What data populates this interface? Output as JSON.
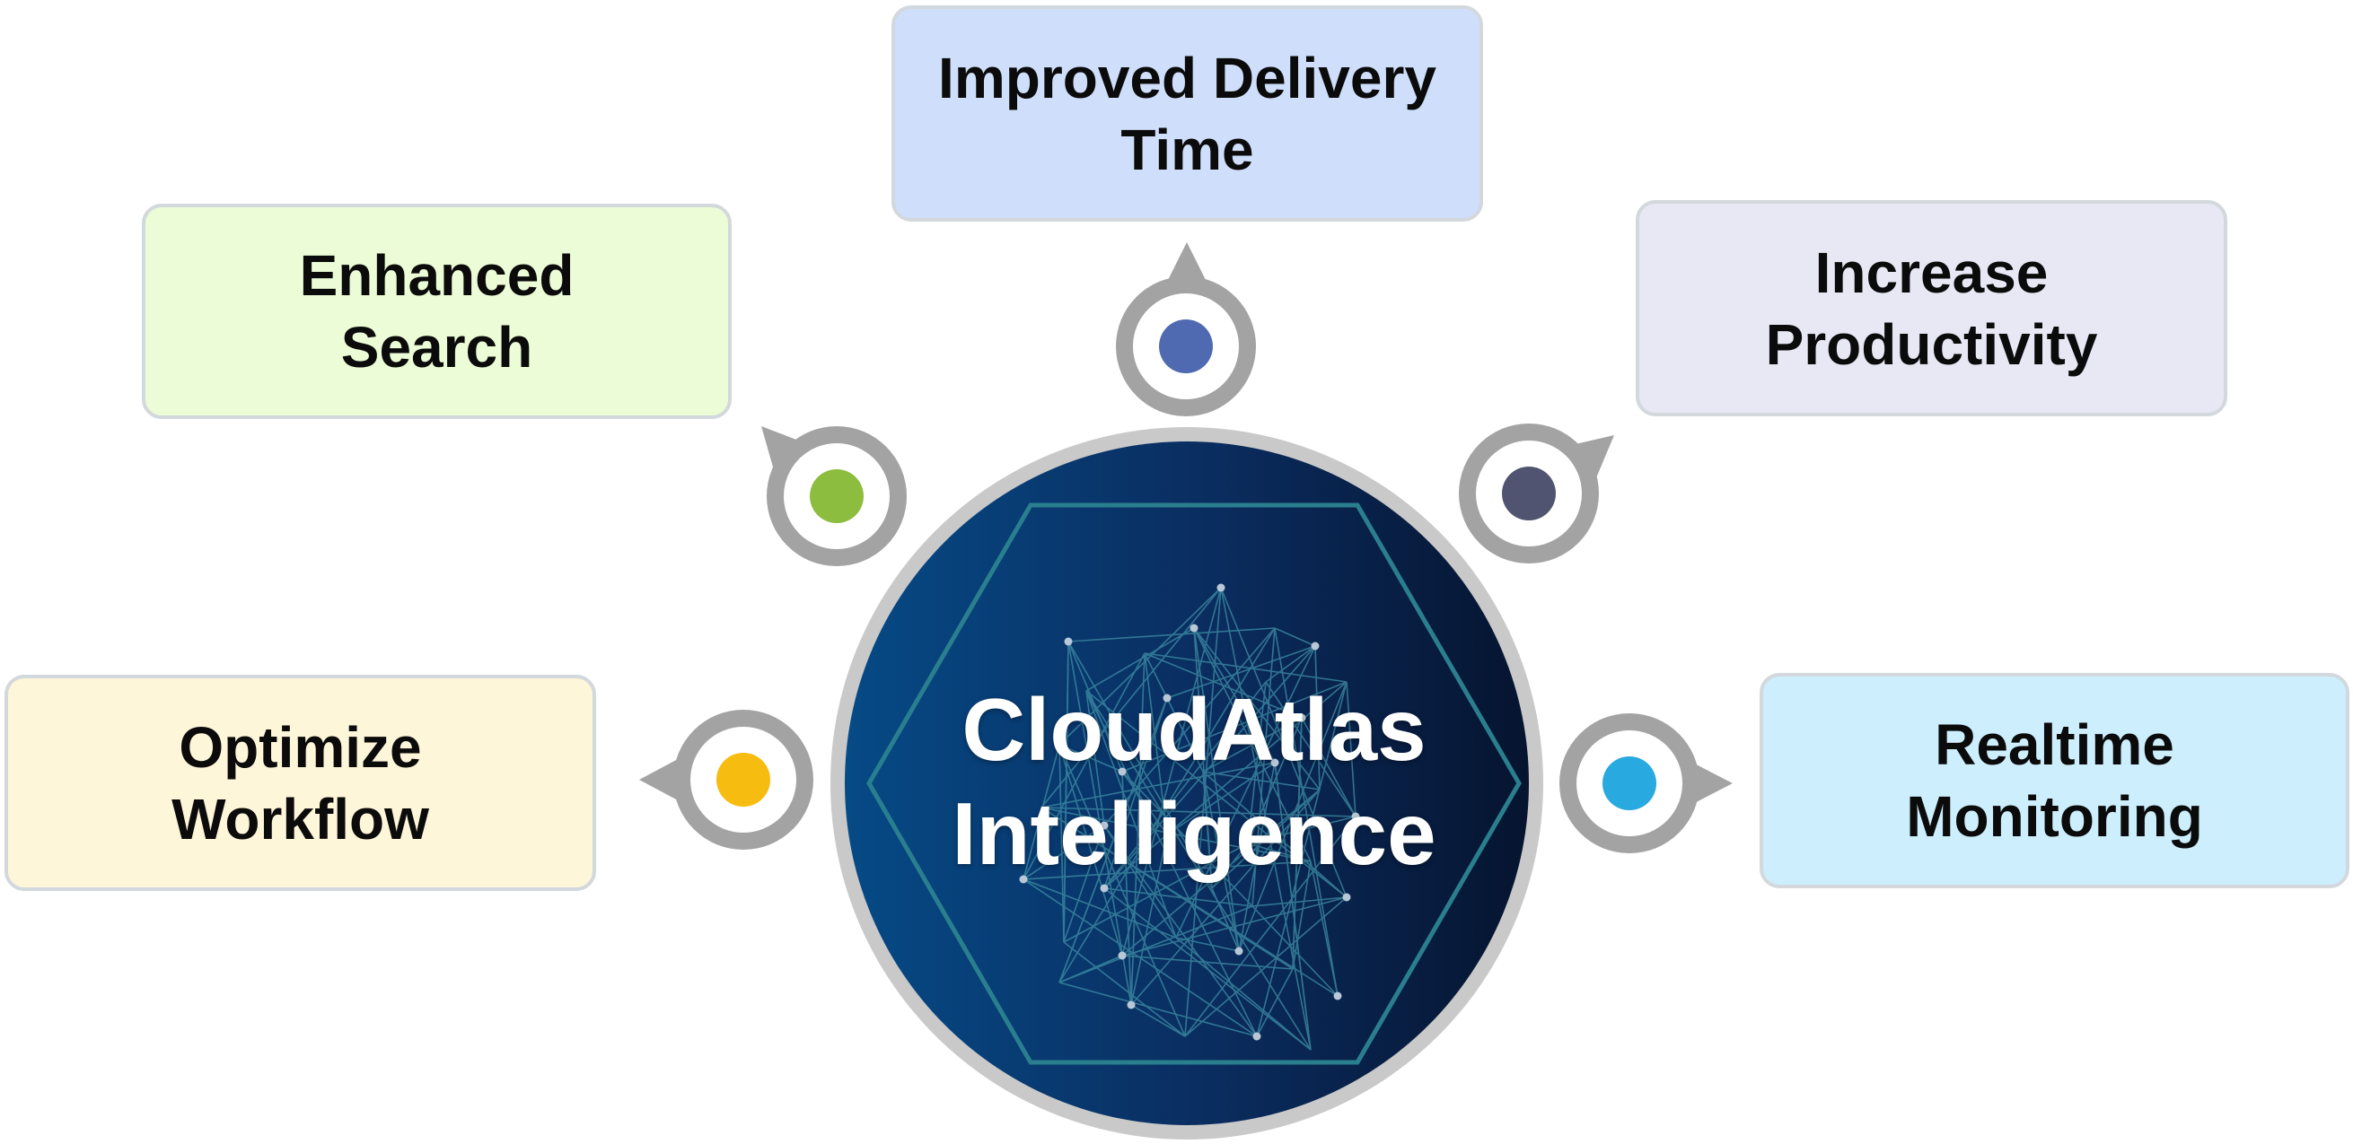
{
  "center": {
    "title_line1": "CloudAtlas",
    "title_line2": "Intelligence"
  },
  "benefits": {
    "enhanced_search": {
      "label": "Enhanced\nSearch",
      "dot_color": "#8cbd3f"
    },
    "improved_delivery": {
      "label": "Improved Delivery\nTime",
      "dot_color": "#4f6ab0"
    },
    "increase_productivity": {
      "label": "Increase\nProductivity",
      "dot_color": "#505470"
    },
    "optimize_workflow": {
      "label": "Optimize\nWorkflow",
      "dot_color": "#f7bc10"
    },
    "realtime_monitoring": {
      "label": "Realtime\nMonitoring",
      "dot_color": "#28a9df"
    }
  },
  "colors": {
    "ring": "#a3a3a3",
    "center_dark": "#07183a",
    "center_blue": "#064a86",
    "hexagon": "#2a7f8e"
  }
}
